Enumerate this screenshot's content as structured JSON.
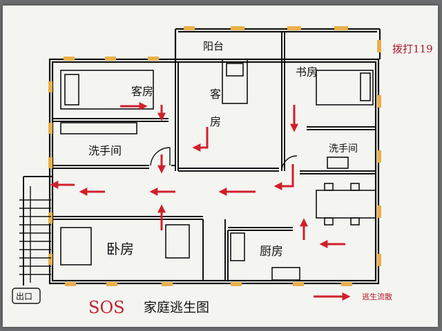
{
  "title": {
    "sos": "SOS",
    "text": "家庭逃生图"
  },
  "call_note": "拨打119",
  "exit_label": "出口",
  "legend_label": "逃生流散",
  "rooms": {
    "balcony": "阳台",
    "bedroom_top_left": "客房",
    "bedroom_center_a": "客",
    "bedroom_center_b": "房",
    "bedroom_top_right": "书房",
    "washroom_left": "洗手间",
    "washroom_right": "洗手间",
    "bedroom_bottom_left": "卧房",
    "kitchen": "厨房"
  },
  "colors": {
    "wall": "#111111",
    "door_marker": "#e8b04a",
    "arrow": "#d0202a",
    "paper": "#f4f4f1"
  }
}
